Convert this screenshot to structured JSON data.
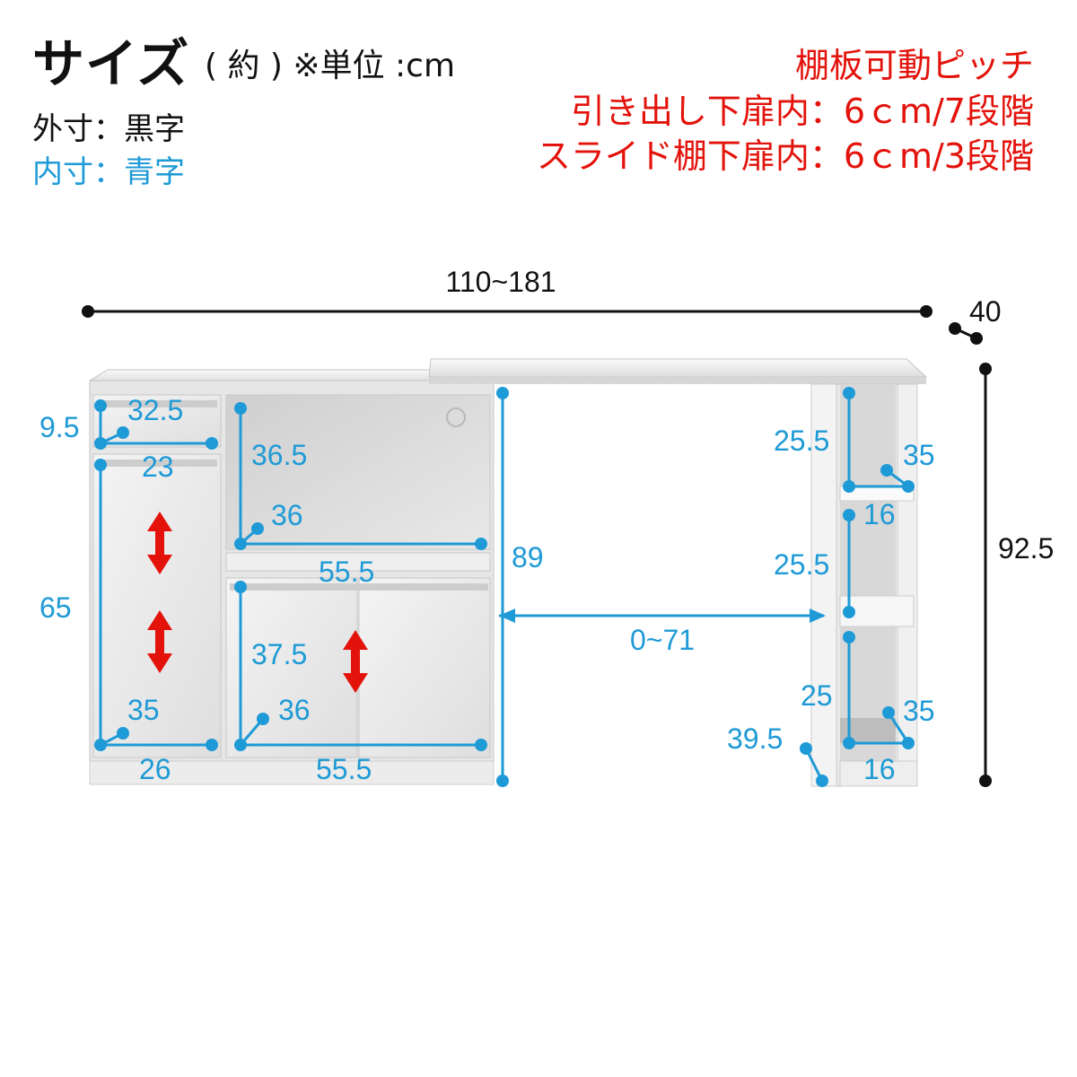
{
  "header": {
    "title": "サイズ",
    "unit_note": "( 約 ) ※単位 :cm",
    "legend_outer": "外寸：黒字",
    "legend_inner": "内寸：青字"
  },
  "notes": {
    "line1": "棚板可動ピッチ",
    "line2": "引き出し下扉内：6ｃm/7段階",
    "line3": "スライド棚下扉内：6ｃm/3段階"
  },
  "outer_dims": {
    "width": "110~181",
    "depth": "40",
    "height": "92.5"
  },
  "inner_dims": {
    "drawer_top_w": "32.5",
    "drawer_top_h": "9.5",
    "left_door_top_w": "23",
    "left_door_h": "65",
    "left_bottom_d": "35",
    "left_bottom_w": "26",
    "open_shelf_h": "36.5",
    "open_shelf_d": "36",
    "right_door_top_w": "55.5",
    "right_door_h": "37.5",
    "right_door_d": "36",
    "right_door_bottom_w": "55.5",
    "cabinet_h": "89",
    "slide_range": "0~71",
    "rack_h1": "25.5",
    "rack_d1": "35",
    "rack_w1": "16",
    "rack_h2": "25.5",
    "rack_h3": "25",
    "rack_d3": "35",
    "rack_w3": "16",
    "rack_depth": "39.5"
  },
  "colors": {
    "outer": "#111111",
    "inner": "#1e9ad6",
    "accent": "#e3120b"
  }
}
